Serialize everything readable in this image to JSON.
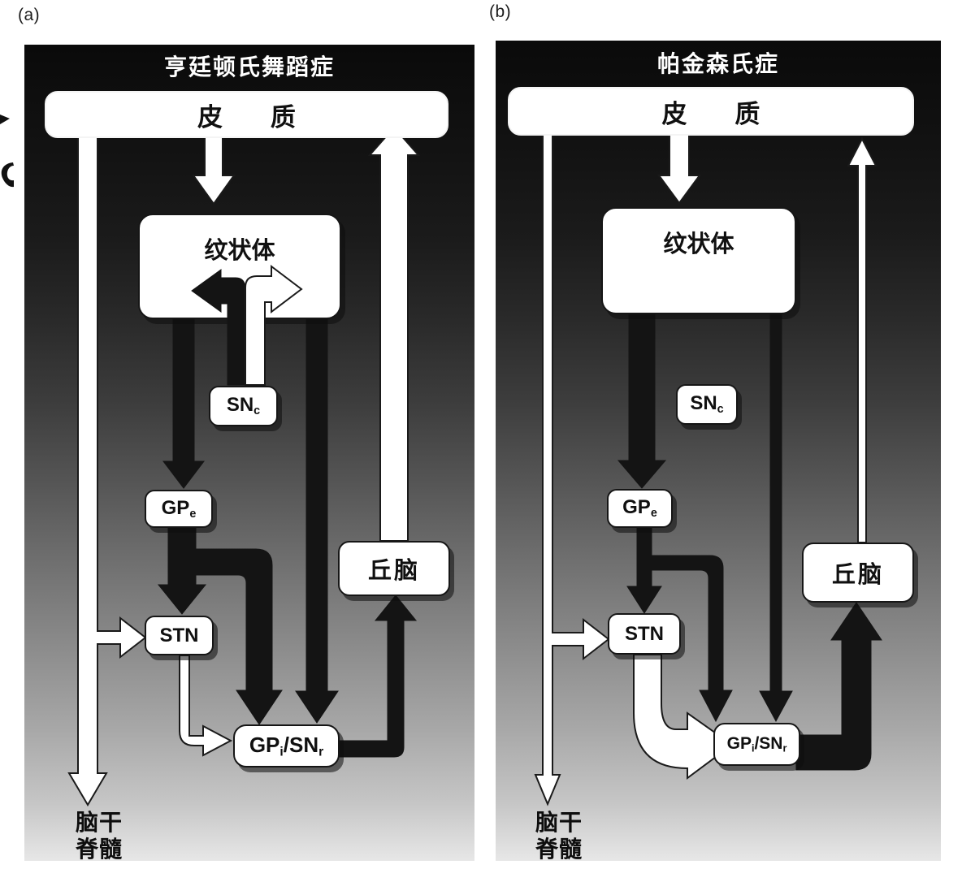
{
  "figure": {
    "colors": {
      "panel_top": "#0a0a0a",
      "panel_bottom": "#e7e7e7",
      "box_fill": "#ffffff",
      "arrow_black": "#141414",
      "arrow_white": "#ffffff",
      "title_text": "#ffffff",
      "label_text": "#101010"
    },
    "panels": [
      {
        "tag": "(a)",
        "title": "亨廷顿氏舞蹈症",
        "boxes": {
          "cortex": "皮质",
          "striatum": "纹状体",
          "snc": {
            "main": "SN",
            "sub": "c"
          },
          "gpe": {
            "main": "GP",
            "sub": "e"
          },
          "stn": "STN",
          "gpi": {
            "p1": "GP",
            "s1": "i",
            "p2": "/SN",
            "s2": "r"
          },
          "thalamus": "丘脑"
        },
        "brainstem": {
          "line1": "脑干",
          "line2": "脊髓"
        },
        "arrows": [
          {
            "from": "皮质",
            "to": "纹状体",
            "color": "white",
            "weight": "medium"
          },
          {
            "from": "皮质",
            "to": "脑干/脊髓",
            "color": "white",
            "weight": "thick"
          },
          {
            "from": "皮质",
            "to": "STN",
            "color": "white",
            "weight": "thin"
          },
          {
            "from": "纹状体",
            "to": "SNc",
            "color": "black",
            "weight": "medium"
          },
          {
            "from": "SNc",
            "to": "纹状体",
            "color": "white",
            "weight": "medium"
          },
          {
            "from": "纹状体",
            "to": "GPe",
            "color": "black",
            "weight": "medium"
          },
          {
            "from": "纹状体",
            "to": "GPi/SNr",
            "color": "black",
            "weight": "medium"
          },
          {
            "from": "GPe",
            "to": "STN",
            "color": "black",
            "weight": "thick"
          },
          {
            "from": "GPe",
            "to": "GPi/SNr",
            "color": "black",
            "weight": "thick"
          },
          {
            "from": "STN",
            "to": "GPi/SNr",
            "color": "white",
            "weight": "thin"
          },
          {
            "from": "GPi/SNr",
            "to": "丘脑",
            "color": "black",
            "weight": "medium"
          },
          {
            "from": "丘脑",
            "to": "皮质",
            "color": "white",
            "weight": "thick"
          }
        ]
      },
      {
        "tag": "(b)",
        "title": "帕金森氏症",
        "boxes": {
          "cortex": "皮质",
          "striatum": "纹状体",
          "snc": {
            "main": "SN",
            "sub": "c"
          },
          "gpe": {
            "main": "GP",
            "sub": "e"
          },
          "stn": "STN",
          "gpi": {
            "p1": "GP",
            "s1": "i",
            "p2": "/SN",
            "s2": "r"
          },
          "thalamus": "丘脑"
        },
        "brainstem": {
          "line1": "脑干",
          "line2": "脊髓"
        },
        "arrows": [
          {
            "from": "皮质",
            "to": "纹状体",
            "color": "white",
            "weight": "medium"
          },
          {
            "from": "皮质",
            "to": "脑干/脊髓",
            "color": "white",
            "weight": "thin"
          },
          {
            "from": "皮质",
            "to": "STN",
            "color": "white",
            "weight": "thin"
          },
          {
            "from": "纹状体",
            "to": "GPe",
            "color": "black",
            "weight": "thick"
          },
          {
            "from": "纹状体",
            "to": "GPi/SNr",
            "color": "black",
            "weight": "thin"
          },
          {
            "from": "GPe",
            "to": "STN",
            "color": "black",
            "weight": "medium"
          },
          {
            "from": "GPe",
            "to": "GPi/SNr",
            "color": "black",
            "weight": "medium"
          },
          {
            "from": "STN",
            "to": "GPi/SNr",
            "color": "white",
            "weight": "thick"
          },
          {
            "from": "GPi/SNr",
            "to": "丘脑",
            "color": "black",
            "weight": "thick"
          },
          {
            "from": "丘脑",
            "to": "皮质",
            "color": "white",
            "weight": "thin"
          }
        ]
      }
    ]
  }
}
